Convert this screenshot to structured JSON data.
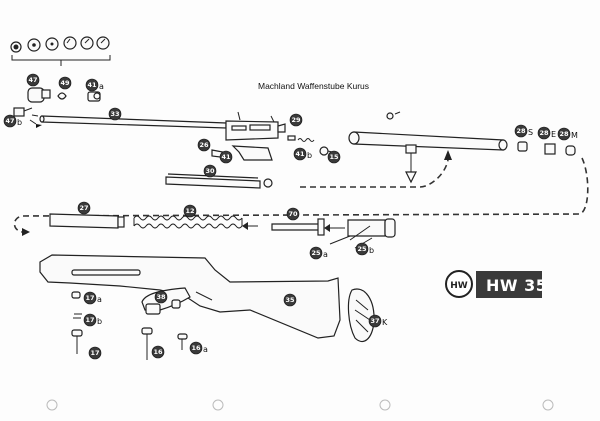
{
  "header": {
    "caption": "Machland Waffenstube Kurus"
  },
  "logo": {
    "model": "HW 35",
    "emblem": "HW"
  },
  "labels": {
    "p47": "47",
    "p49": "49",
    "p41a": "41",
    "p41a_s": "a",
    "p47b": "47",
    "p47b_s": "b",
    "p33": "33",
    "p26": "26",
    "p29": "29",
    "p41": "41",
    "p41b": "41",
    "p41b_s": "b",
    "p15": "15",
    "p30": "30",
    "p28s": "28",
    "p28s_s": "S",
    "p28e": "28",
    "p28e_s": "E",
    "p28m": "28",
    "p28m_s": "M",
    "p27": "27",
    "p12": "12",
    "p70": "70",
    "p25a": "25",
    "p25a_s": "a",
    "p25b": "25",
    "p25b_s": "b",
    "p38": "38",
    "p35": "35",
    "p17a": "17",
    "p17a_s": "a",
    "p17b": "17",
    "p17b_s": "b",
    "p17": "17",
    "p16": "16",
    "p16a": "16",
    "p16a_s": "a",
    "p37k": "37",
    "p37k_s": "K"
  }
}
